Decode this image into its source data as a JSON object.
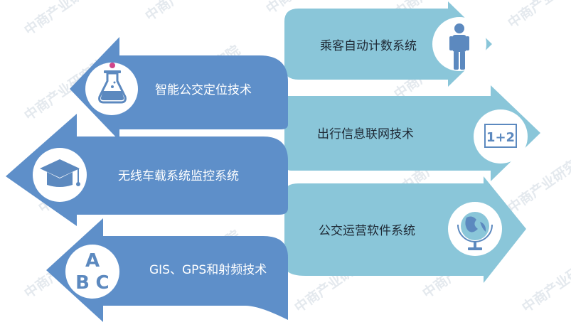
{
  "watermark": "中商产业研究院",
  "colors": {
    "left_arrow": "#5e8fc9",
    "right_arrow": "#8ac6d9",
    "circle": "#ffffff",
    "icon_dark": "#5c89bf",
    "icon_light": "#8ac6d9"
  },
  "left_items": [
    {
      "label": "智能公交定位技术",
      "icon": "flask-icon"
    },
    {
      "label": "无线车载系统监控系统",
      "icon": "graduation-cap-icon"
    },
    {
      "label": "GIS、GPS和射频技术",
      "icon": "abc-icon"
    }
  ],
  "right_items": [
    {
      "label": "乘客自动计数系统",
      "icon": "person-icon"
    },
    {
      "label": "出行信息联网技术",
      "icon": "one-plus-two-icon",
      "icon_text": "1+2"
    },
    {
      "label": "公交运营软件系统",
      "icon": "globe-icon"
    }
  ]
}
